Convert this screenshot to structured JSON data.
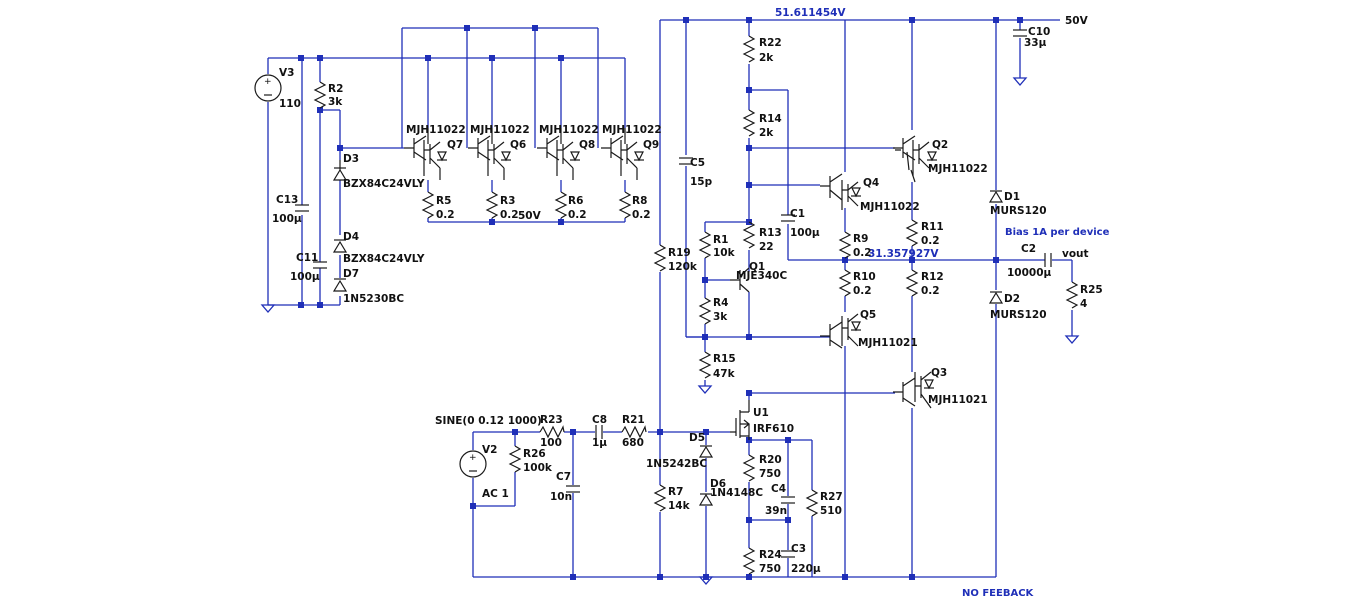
{
  "net_labels": {
    "supply_top": "51.611454V",
    "supply_rail": "50V",
    "driver_rail": "50V",
    "output_mid": "31.357927V",
    "bias_note": "Bias 1A per device",
    "out_node": "vout",
    "no_feedback": "NO FEEBACK"
  },
  "sources": [
    {
      "ref": "V3",
      "value": "110"
    },
    {
      "ref": "V2",
      "value": "SINE(0 0.12 1000)",
      "ac": "AC 1"
    }
  ],
  "resistors": [
    {
      "ref": "R2",
      "value": "3k"
    },
    {
      "ref": "R5",
      "value": "0.2"
    },
    {
      "ref": "R3",
      "value": "0.2"
    },
    {
      "ref": "R6",
      "value": "0.2"
    },
    {
      "ref": "R8",
      "value": "0.2"
    },
    {
      "ref": "R22",
      "value": "2k"
    },
    {
      "ref": "R14",
      "value": "2k"
    },
    {
      "ref": "R13",
      "value": "22"
    },
    {
      "ref": "R1",
      "value": "10k"
    },
    {
      "ref": "R4",
      "value": "3k"
    },
    {
      "ref": "R15",
      "value": "47k"
    },
    {
      "ref": "R19",
      "value": "120k"
    },
    {
      "ref": "R9",
      "value": "0.2"
    },
    {
      "ref": "R10",
      "value": "0.2"
    },
    {
      "ref": "R11",
      "value": "0.2"
    },
    {
      "ref": "R12",
      "value": "0.2"
    },
    {
      "ref": "R25",
      "value": "4"
    },
    {
      "ref": "R23",
      "value": "100"
    },
    {
      "ref": "R26",
      "value": "100k"
    },
    {
      "ref": "R21",
      "value": "680"
    },
    {
      "ref": "R7",
      "value": "14k"
    },
    {
      "ref": "R20",
      "value": "750"
    },
    {
      "ref": "R24",
      "value": "750"
    },
    {
      "ref": "R27",
      "value": "510"
    }
  ],
  "capacitors": [
    {
      "ref": "C10",
      "value": "33µ"
    },
    {
      "ref": "C13",
      "value": "100µ"
    },
    {
      "ref": "C11",
      "value": "100µ"
    },
    {
      "ref": "C5",
      "value": "15p"
    },
    {
      "ref": "C1",
      "value": "100µ"
    },
    {
      "ref": "C2",
      "value": "10000µ"
    },
    {
      "ref": "C8",
      "value": "1µ"
    },
    {
      "ref": "C7",
      "value": "10n"
    },
    {
      "ref": "C4",
      "value": "39n"
    },
    {
      "ref": "C3",
      "value": "220µ"
    }
  ],
  "diodes": [
    {
      "ref": "D3",
      "value": "BZX84C24VLY"
    },
    {
      "ref": "D4",
      "value": "BZX84C24VLY"
    },
    {
      "ref": "D7",
      "value": "1N5230BC"
    },
    {
      "ref": "D1",
      "value": "MURS120"
    },
    {
      "ref": "D2",
      "value": "MURS120"
    },
    {
      "ref": "D5",
      "value": "1N5242BC"
    },
    {
      "ref": "D6",
      "value": "1N4148C"
    }
  ],
  "transistors": [
    {
      "ref": "Q7",
      "value": "MJH11022"
    },
    {
      "ref": "Q6",
      "value": "MJH11022"
    },
    {
      "ref": "Q8",
      "value": "MJH11022"
    },
    {
      "ref": "Q9",
      "value": "MJH11022"
    },
    {
      "ref": "Q2",
      "value": "MJH11022"
    },
    {
      "ref": "Q4",
      "value": "MJH11022"
    },
    {
      "ref": "Q1",
      "value": "MJE340C"
    },
    {
      "ref": "Q5",
      "value": "MJH11021"
    },
    {
      "ref": "Q3",
      "value": "MJH11021"
    },
    {
      "ref": "U1",
      "value": "IRF610"
    }
  ]
}
